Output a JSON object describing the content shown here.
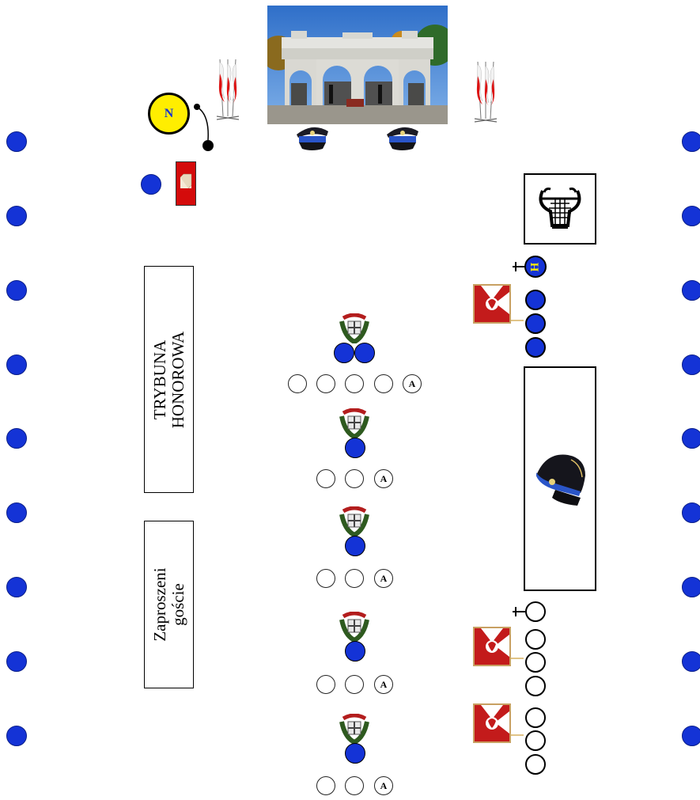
{
  "tribune": {
    "line1": "TRYBUNA",
    "line2": "HONOROWA"
  },
  "guests": {
    "line1": "Zaproszeni",
    "line2": "goście"
  },
  "nameplate": {
    "letter": "N"
  },
  "commander": {
    "letter": "H"
  },
  "wreath_rows": [
    {
      "label": "A",
      "white_count": 4,
      "bearers": 2
    },
    {
      "label": "A",
      "white_count": 2,
      "bearers": 1
    },
    {
      "label": "A",
      "white_count": 2,
      "bearers": 1
    },
    {
      "label": "A",
      "white_count": 2,
      "bearers": 1
    },
    {
      "label": "A",
      "white_count": 2,
      "bearers": 1
    }
  ],
  "colors": {
    "blue": "#1433d6",
    "yellow": "#ffee00",
    "red": "#cc0000"
  },
  "icons": [
    "monument-photo",
    "flags-icon",
    "police-cap-icon",
    "lyre-icon",
    "wreath-icon",
    "banner-icon",
    "lectern-icon"
  ]
}
